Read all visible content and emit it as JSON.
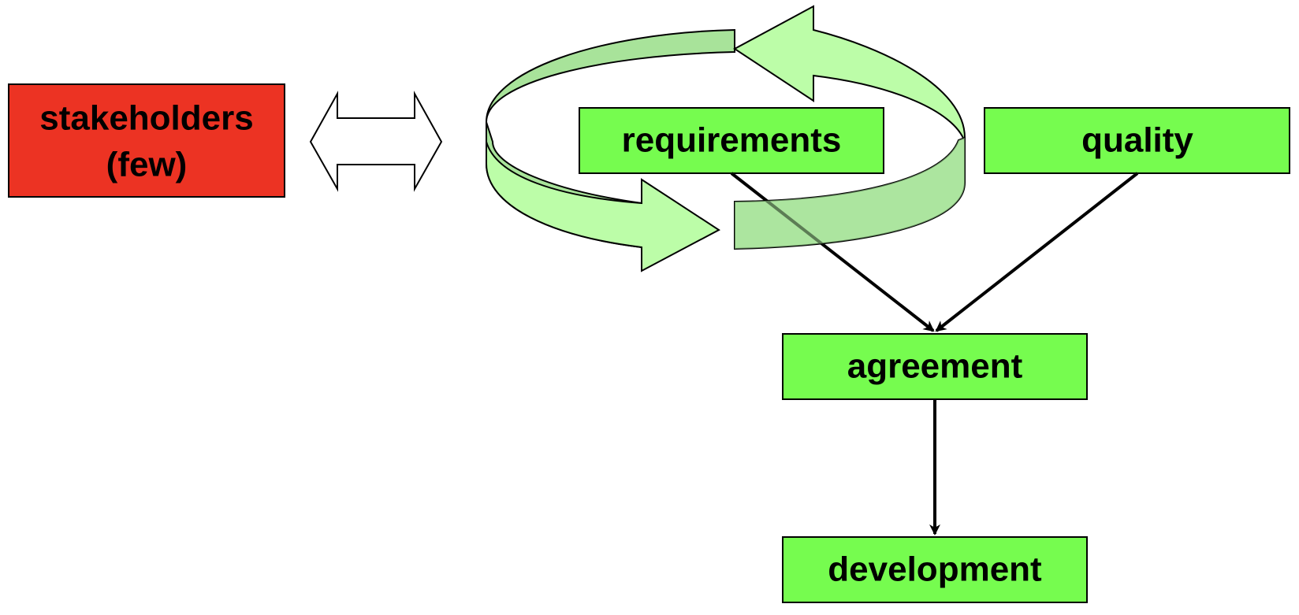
{
  "colors": {
    "stakeholder_fill": "#EC3323",
    "process_fill": "#76FC4F",
    "cycle_fill_light": "#BCFDA8",
    "cycle_fill_dark": "#A8E39A",
    "arrow_outline": "#000000",
    "background": "#FFFFFF"
  },
  "nodes": {
    "stakeholders": {
      "line1": "stakeholders",
      "line2": "(few)"
    },
    "requirements": {
      "label": "requirements"
    },
    "quality": {
      "label": "quality"
    },
    "agreement": {
      "label": "agreement"
    },
    "development": {
      "label": "development"
    }
  },
  "connectors": {
    "stakeholders_exchange": "double-headed-arrow",
    "iteration_cycle": "circular-arrows-around-requirements",
    "requirements_to_agreement": "arrow",
    "quality_to_agreement": "arrow",
    "agreement_to_development": "arrow"
  }
}
